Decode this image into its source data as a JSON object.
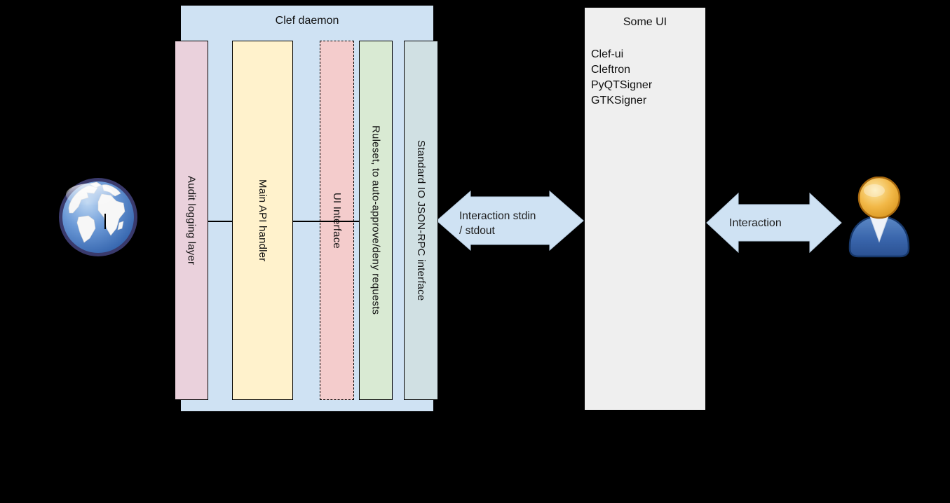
{
  "canvas": {
    "background": "#000000"
  },
  "clef_daemon": {
    "title": "Clef daemon",
    "container_color": "#cfe2f3",
    "bars": [
      {
        "label": "Audit logging layer",
        "color": "#ead1dc",
        "border_style": "solid"
      },
      {
        "label": "Main API handler",
        "color": "#fff2cc",
        "border_style": "solid"
      },
      {
        "label": "UI Interface",
        "color": "#f4cccc",
        "border_style": "dashed"
      },
      {
        "label": "Ruleset, to auto-approve/deny requests",
        "color": "#d9ead3",
        "border_style": "solid"
      },
      {
        "label": "Standard IO JSON-RPC interface",
        "color": "#d0e0e3",
        "border_style": "solid"
      }
    ]
  },
  "some_ui": {
    "title": "Some UI",
    "box_color": "#efefef",
    "items": [
      "Clef-ui",
      "Cleftron",
      "PyQTSigner",
      "GTKSigner"
    ]
  },
  "arrows": {
    "daemon_ui": {
      "label_line1": "Interaction stdin",
      "label_line2": "/ stdout",
      "color": "#cfe2f3"
    },
    "ui_user": {
      "label": "Interaction",
      "color": "#cfe2f3"
    }
  },
  "icons": {
    "globe": "globe-icon",
    "user": "person-icon"
  }
}
